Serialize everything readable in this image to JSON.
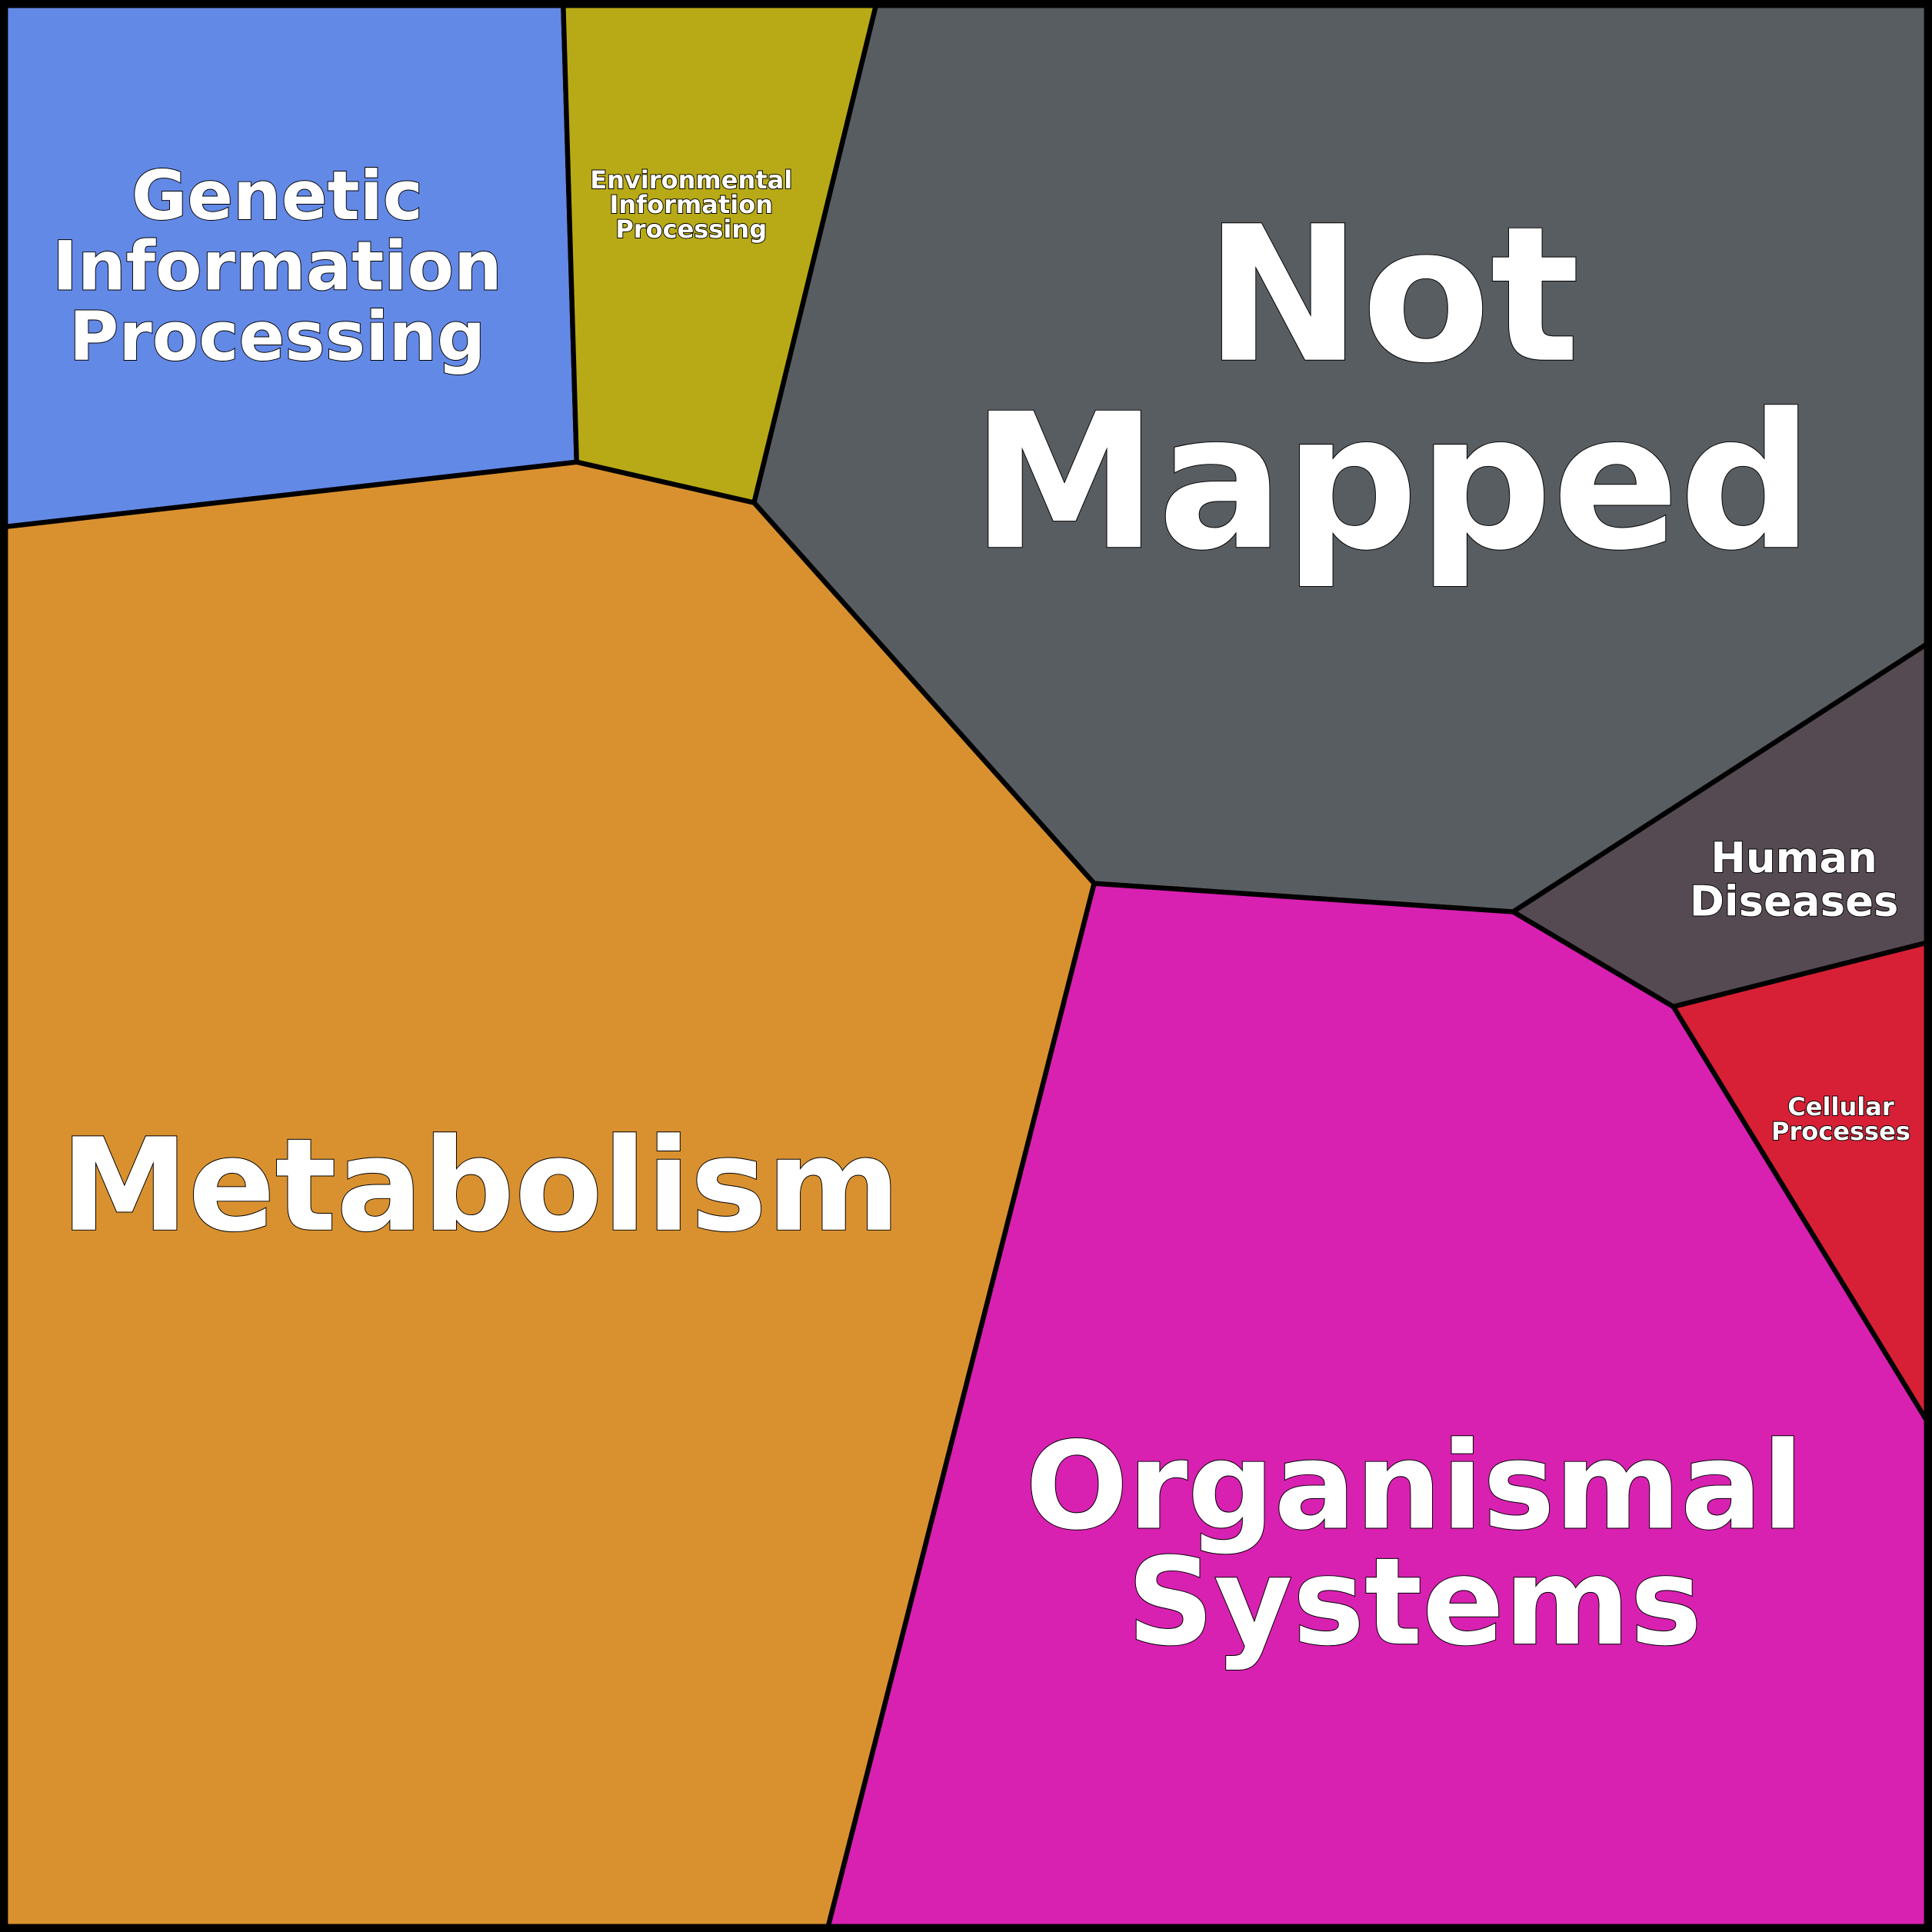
{
  "chart_data": {
    "type": "voronoi-treemap",
    "title": "",
    "cells": [
      {
        "id": "genetic",
        "label_lines": [
          "Genetic",
          "Information",
          "Processing"
        ],
        "color": "#6389e6"
      },
      {
        "id": "environmental",
        "label_lines": [
          "Environmental",
          "Information",
          "Processing"
        ],
        "color": "#b8aa16"
      },
      {
        "id": "not-mapped",
        "label_lines": [
          "Not",
          "Mapped"
        ],
        "color": "#585d62"
      },
      {
        "id": "metabolism",
        "label_lines": [
          "Metabolism"
        ],
        "color": "#d99130"
      },
      {
        "id": "human-diseases",
        "label_lines": [
          "Human",
          "Diseases"
        ],
        "color": "#554a52"
      },
      {
        "id": "cellular",
        "label_lines": [
          "Cellular",
          "Processes"
        ],
        "color": "#d72035"
      },
      {
        "id": "organismal",
        "label_lines": [
          "Organismal",
          "Systems"
        ],
        "color": "#d821b1"
      }
    ]
  }
}
